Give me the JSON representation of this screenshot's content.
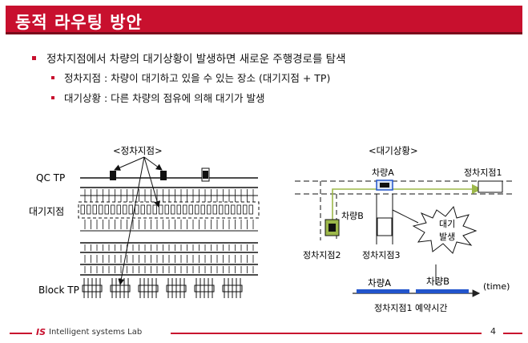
{
  "title": "동적 라우팅 방안",
  "bullets": {
    "main": "정차지점에서 차량의 대기상황이 발생하면 새로운 주행경로를 탐색",
    "sub1": "정차지점 : 차량이 대기하고 있을 수 있는 장소 (대기지점 + TP)",
    "sub2": "대기상황 : 다른 차량의 점유에 의해 대기가 발생"
  },
  "left_diagram": {
    "caption": "<정차지점>",
    "qc_label": "QC TP",
    "wait_label": "대기지점",
    "block_label": "Block TP"
  },
  "right_diagram": {
    "caption": "<대기상황>",
    "vehicle_a": "차량A",
    "vehicle_b": "차량B",
    "stop1": "정차지점1",
    "stop2": "정차지점2",
    "stop3": "정차지점3",
    "wait_burst_line1": "대기",
    "wait_burst_line2": "발생",
    "timeline_a": "차량A",
    "timeline_b": "차량B",
    "time_label": "(time)",
    "timeline_caption": "정차지점1 예약시간"
  },
  "footer": {
    "logo": "IS",
    "lab": "Intelligent systems Lab",
    "page": "4"
  },
  "colors": {
    "accent": "#c8102e",
    "timeline_blue": "#2255cc",
    "route_green": "#9db84a"
  }
}
